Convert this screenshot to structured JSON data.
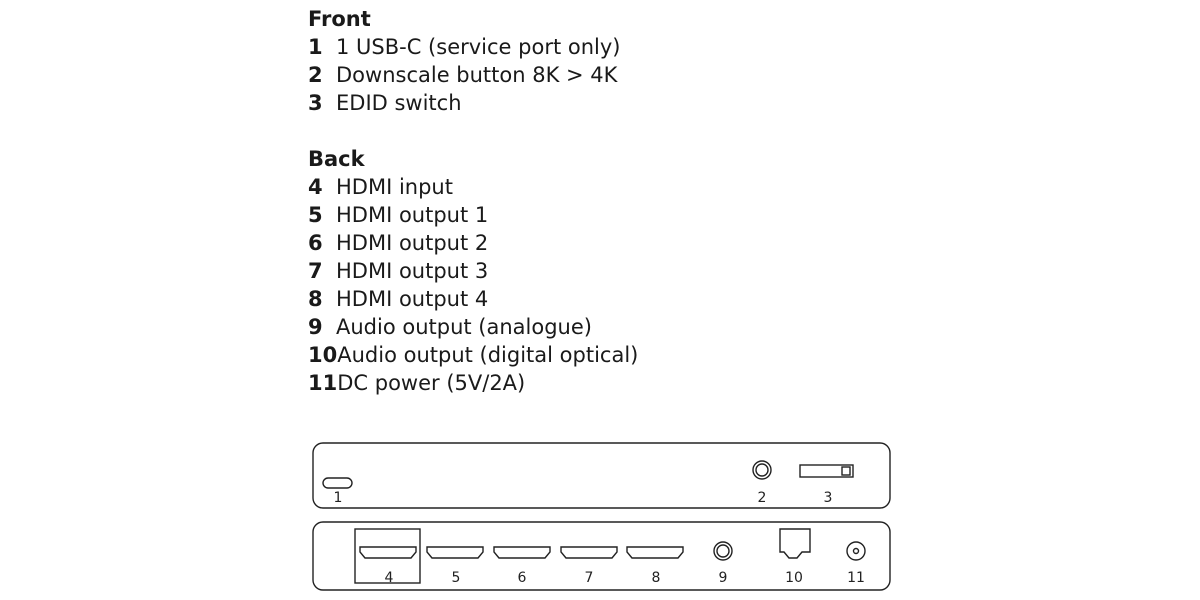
{
  "front": {
    "heading": "Front",
    "items": [
      {
        "num": "1",
        "label": "1 USB-C (service port only)"
      },
      {
        "num": "2",
        "label": "Downscale button 8K > 4K"
      },
      {
        "num": "3",
        "label": "EDID switch"
      }
    ]
  },
  "back": {
    "heading": "Back",
    "items": [
      {
        "num": "4",
        "label": "HDMI input"
      },
      {
        "num": "5",
        "label": "HDMI output 1"
      },
      {
        "num": "6",
        "label": "HDMI output 2"
      },
      {
        "num": "7",
        "label": "HDMI output 3"
      },
      {
        "num": "8",
        "label": "HDMI output 4"
      },
      {
        "num": "9",
        "label": "Audio output (analogue)"
      },
      {
        "num": "10",
        "label": "Audio output (digital optical)"
      },
      {
        "num": "11",
        "label": "DC power (5V/2A)"
      }
    ]
  },
  "diagram": {
    "front_labels": [
      "1",
      "2",
      "3"
    ],
    "back_labels": [
      "4",
      "5",
      "6",
      "7",
      "8",
      "9",
      "10",
      "11"
    ]
  }
}
